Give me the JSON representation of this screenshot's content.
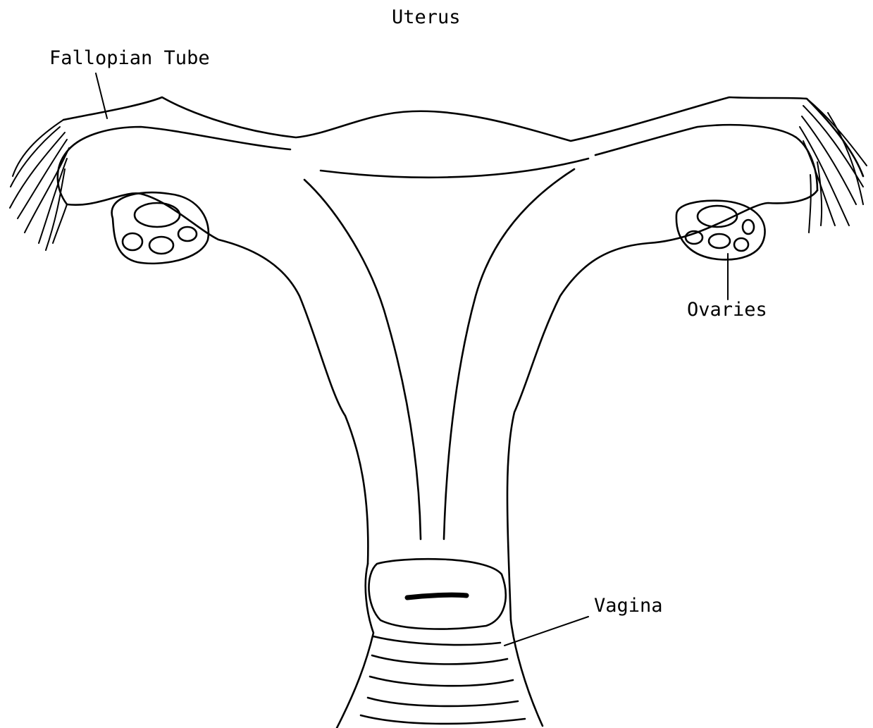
{
  "diagram": {
    "title": "Uterus",
    "labels": {
      "fallopian_tube": "Fallopian Tube",
      "ovaries": "Ovaries",
      "vagina": "Vagina"
    },
    "line_color": "#000000",
    "background": "#ffffff"
  }
}
